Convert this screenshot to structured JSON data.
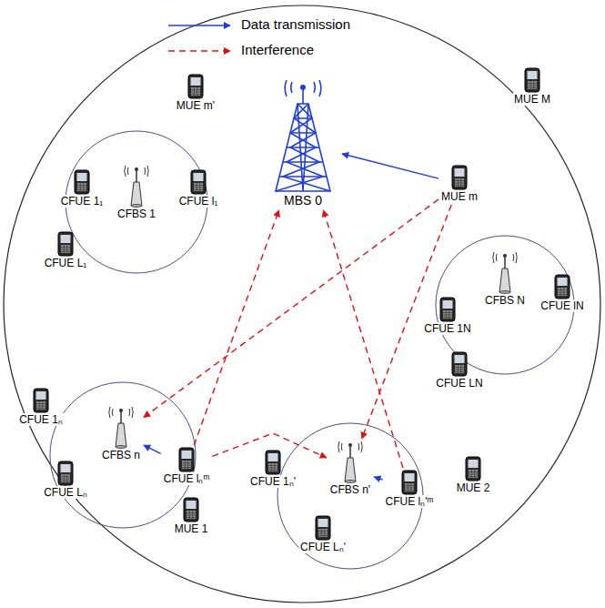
{
  "diagram": {
    "nodes": [
      {
        "text": [
          "MUE m'"
        ]
      },
      {
        "text": [
          "MUE M"
        ]
      },
      {
        "text": [
          "CFUE 1₁"
        ]
      },
      {
        "text": [
          "CFBS 1"
        ]
      },
      {
        "text": [
          "CFUE l₁"
        ]
      },
      {
        "text": [
          "MBS 0"
        ]
      },
      {
        "text": [
          "MUE m"
        ]
      },
      {
        "text": [
          "CFUE L₁"
        ]
      },
      {
        "text": [
          "CFUE lN"
        ]
      },
      {
        "text": [
          "CFUE 1N"
        ]
      },
      {
        "text": [
          "CFBS N"
        ]
      },
      {
        "text": [
          "CFUE LN"
        ]
      },
      {
        "text": [
          "CFUE 1ₙ"
        ]
      },
      {
        "text": [
          "CFBS n"
        ]
      },
      {
        "text": [
          "CFUE lₙᵐ"
        ]
      },
      {
        "text": [
          "CFUE Lₙ"
        ]
      },
      {
        "text": [
          "CFBS n'"
        ]
      },
      {
        "text": [
          "CFUE lₙ'ᵐ"
        ]
      },
      {
        "text": [
          "CFUE 1ₙ'"
        ]
      },
      {
        "text": [
          "MUE 2"
        ]
      },
      {
        "text": [
          "CFUE Lₙ'"
        ]
      },
      {
        "text": [
          "MUE 1"
        ]
      }
    ],
    "edges": [
      {
        "from": 6,
        "to": 5,
        "arrow": "to"
      },
      {
        "from": 14,
        "to": 13,
        "arrow": "to"
      },
      {
        "from": 17,
        "to": 16,
        "arrow": "to"
      },
      {
        "from": 6,
        "to": 13,
        "arrow": "to"
      },
      {
        "from": 6,
        "to": 16,
        "arrow": "to"
      },
      {
        "from": 14,
        "to": 5,
        "arrow": "to"
      },
      {
        "from": 14,
        "to": 16,
        "arrow": "to"
      },
      {
        "from": 17,
        "to": 5,
        "arrow": "to"
      }
    ],
    "legend": [
      {
        "text": "Data transmission"
      },
      {
        "text": "Interference"
      }
    ]
  }
}
